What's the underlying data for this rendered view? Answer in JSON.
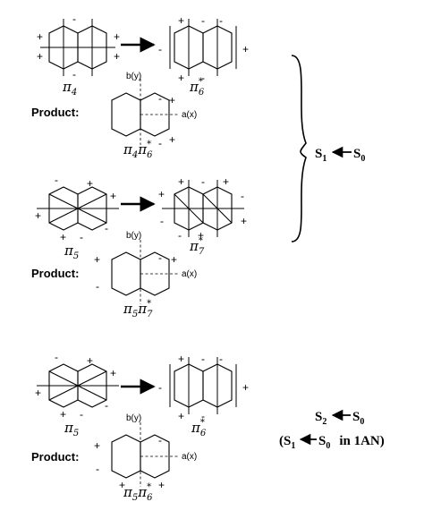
{
  "product_label": "Product:",
  "axis_b": "b(y)",
  "axis_a": "a(x)",
  "sign_plus": "+",
  "sign_minus": "-",
  "orbitals": {
    "pi4": {
      "main": "π",
      "sub": "4"
    },
    "pi5": {
      "main": "π",
      "sub": "5"
    },
    "pi6s": {
      "main": "π",
      "star": "*",
      "sub": "6"
    },
    "pi7s": {
      "main": "π",
      "star": "*",
      "sub": "7"
    },
    "p1": {
      "main": "π",
      "sub1": "4",
      "main2": "π",
      "star": "*",
      "sub2": "6"
    },
    "p2": {
      "main": "π",
      "sub1": "5",
      "main2": "π",
      "star": "*",
      "sub2": "7"
    },
    "p3": {
      "main": "π",
      "sub1": "5",
      "main2": "π",
      "star": "*",
      "sub2": "6"
    }
  },
  "transitions": {
    "t1": {
      "upper": "S",
      "upper_sub": "1",
      "lower": "S",
      "lower_sub": "0"
    },
    "t2": {
      "upper": "S",
      "upper_sub": "2",
      "lower": "S",
      "lower_sub": "0"
    },
    "t2_note": {
      "open": "(",
      "upper": "S",
      "upper_sub": "1",
      "lower": "S",
      "lower_sub": "0",
      "tail": "in  1AN",
      "close": ")"
    }
  }
}
